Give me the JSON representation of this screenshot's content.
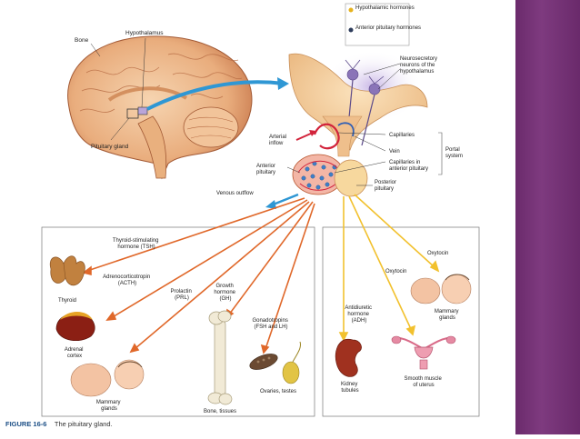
{
  "legend": {
    "hypothalamic": "Hypothalamic hormones",
    "anterior": "Anterior pituitary hormones",
    "hypothalamic_color": "#e6b21d",
    "anterior_color": "#2e3d5c"
  },
  "brain_labels": {
    "bone": "Bone",
    "hypothalamus": "Hypothalamus",
    "pituitary_gland": "Pituitary gland"
  },
  "detail_labels": {
    "neurosecretory": [
      "Neurosecretory",
      "neurons of the",
      "hypothalamus"
    ],
    "capillaries": "Capillaries",
    "vein": "Vein",
    "capillaries_anterior": [
      "Capillaries in",
      "anterior pituitary"
    ],
    "portal_system": [
      "Portal",
      "system"
    ],
    "arterial_inflow": [
      "Arterial",
      "inflow"
    ],
    "anterior_pituitary": [
      "Anterior",
      "pituitary"
    ],
    "posterior_pituitary": [
      "Posterior",
      "pituitary"
    ],
    "venous_outflow": "Venous outflow"
  },
  "hormones": {
    "tsh": [
      "Thyroid-stimulating",
      "hormone (TSH)"
    ],
    "acth": [
      "Adrenocorticotropin",
      "(ACTH)"
    ],
    "prl": [
      "Prolactin",
      "(PRL)"
    ],
    "gh": [
      "Growth",
      "hormone",
      "(GH)"
    ],
    "fsh_lh": [
      "Gonadotropins",
      "(FSH and LH)"
    ],
    "adh": [
      "Antidiuretic",
      "hormone",
      "(ADH)"
    ],
    "oxytocin_1": "Oxytocin",
    "oxytocin_2": "Oxytocin"
  },
  "targets": {
    "thyroid": "Thyroid",
    "adrenal": [
      "Adrenal",
      "cortex"
    ],
    "mammary_left": [
      "Mammary",
      "glands"
    ],
    "bone": "Bone, tissues",
    "ovaries": "Ovaries, testes",
    "kidney": [
      "Kidney",
      "tubules"
    ],
    "uterus": [
      "Smooth muscle",
      "of uterus"
    ],
    "mammary_right": [
      "Mammary",
      "glands"
    ]
  },
  "caption": {
    "figure": "FIGURE 16-6",
    "text": "The pituitary gland."
  }
}
